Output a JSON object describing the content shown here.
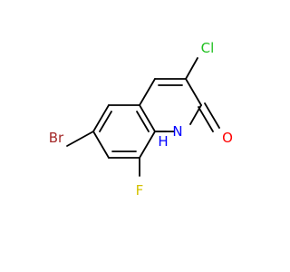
{
  "molecule": {
    "atoms": {
      "br": {
        "label": "Br",
        "color": "#a52a2a"
      },
      "cl": {
        "label": "Cl",
        "color": "#1fc01f"
      },
      "f": {
        "label": "F",
        "color": "#d4c200"
      },
      "o": {
        "label": "O",
        "color": "#ff0000"
      },
      "n": {
        "label": "N",
        "color": "#0000ff"
      },
      "h": {
        "label": "H",
        "color": "#0000ff"
      }
    },
    "bond_color": "#000000"
  }
}
